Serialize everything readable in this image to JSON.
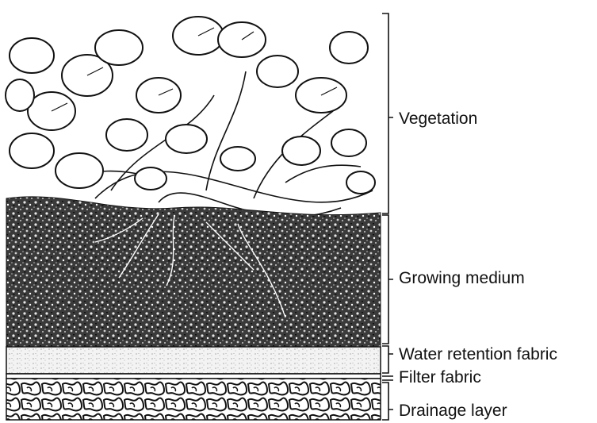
{
  "labels": {
    "vegetation": "Vegetation",
    "growing_medium": "Growing medium",
    "water_retention_fabric": "Water retention fabric",
    "filter_fabric": "Filter fabric",
    "drainage_layer": "Drainage layer"
  }
}
